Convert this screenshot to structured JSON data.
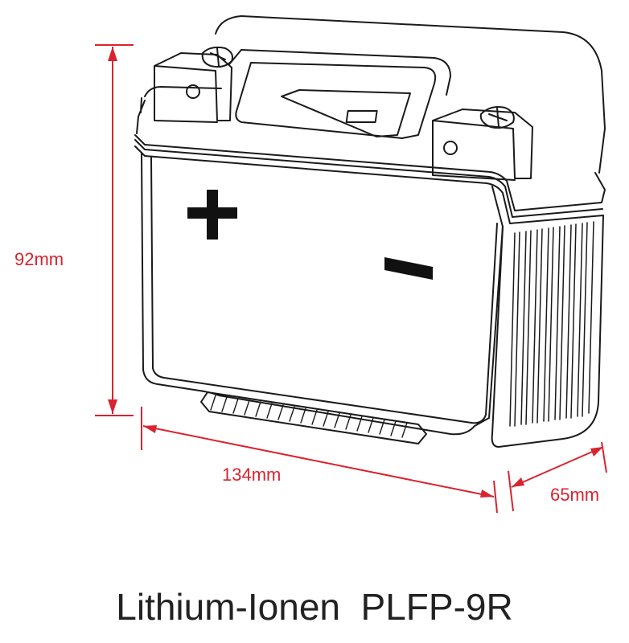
{
  "dimensions": {
    "height_label": "92mm",
    "width_label": "134mm",
    "depth_label": "65mm"
  },
  "caption": {
    "product_type": "Lithium-Ionen",
    "model": "PLFP-9R"
  },
  "symbols": {
    "positive": "+",
    "negative": "−"
  },
  "colors": {
    "dimension_line": "#d9232f",
    "outline": "#1a1a1a"
  }
}
